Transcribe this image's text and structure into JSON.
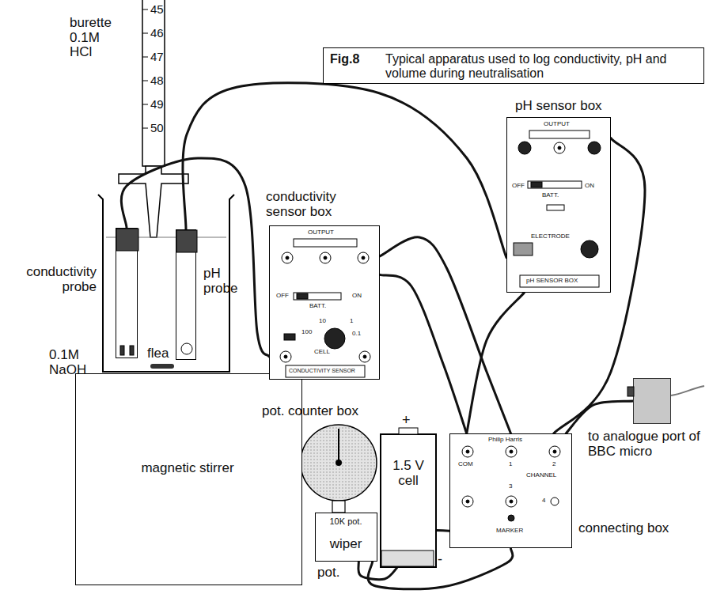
{
  "diagram": {
    "nodes": [
      {
        "text": [
          "Fig.8",
          "Typical apparatus used to log conductivity, pH and volume during neutralisation"
        ]
      },
      {
        "text": [
          "conductivity probe"
        ]
      },
      {
        "text": [
          "pH probe"
        ]
      },
      {
        "text": [
          "magnetic stirrer"
        ]
      },
      {
        "text": [
          "conductivity sensor box",
          "OUTPUT",
          "OFF",
          "BATT.",
          "ON",
          "10",
          "1",
          "0.1",
          "100",
          "CELL",
          "CONDUCTIVITY SENSOR"
        ]
      },
      {
        "text": [
          "pH sensor box",
          "OUTPUT",
          "OFF",
          "BATT.",
          "ON",
          "ELECTRODE",
          "pH SENSOR BOX"
        ]
      },
      {
        "text": [
          "pot. counter box",
          "10K pot.",
          "wiper",
          "pot."
        ]
      },
      {
        "text": [
          "1.5 V cell"
        ]
      },
      {
        "text": [
          "connecting box",
          "Philip Harris",
          "COM",
          "1",
          "CHANNEL",
          "2",
          "3",
          "4",
          "MARKER"
        ]
      },
      {
        "text": [
          "to analogue port of BBC micro"
        ]
      }
    ],
    "edges": [
      {
        "from": 1,
        "to": 4,
        "arrow": "none"
      },
      {
        "from": 2,
        "to": 5,
        "arrow": "none"
      },
      {
        "from": 4,
        "to": 8,
        "arrow": "none"
      },
      {
        "from": 5,
        "to": 8,
        "arrow": "none"
      },
      {
        "from": 5,
        "to": 8,
        "arrow": "none"
      },
      {
        "from": 4,
        "to": 8,
        "arrow": "none"
      },
      {
        "from": 6,
        "to": 8,
        "arrow": "none"
      },
      {
        "from": 7,
        "to": 8,
        "arrow": "none"
      },
      {
        "from": 7,
        "to": 6,
        "arrow": "none"
      },
      {
        "from": 8,
        "to": 9,
        "arrow": "none"
      }
    ],
    "labels": [
      "burette 0.1M HCl",
      "45",
      "46",
      "47",
      "48",
      "49",
      "50",
      "0.1M NaOH",
      "flea",
      "+",
      "-"
    ]
  }
}
